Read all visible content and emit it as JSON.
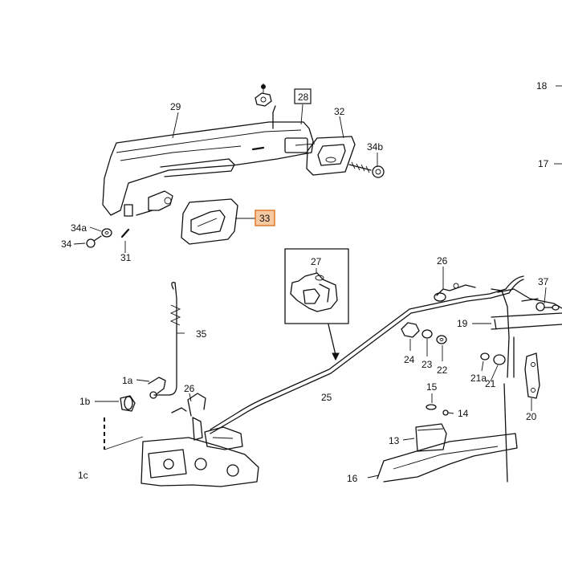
{
  "diagram": {
    "highlight_color": "#f7c9a0",
    "highlight_border": "#e07a2a",
    "labels": {
      "p29": "29",
      "p28": "28",
      "p32": "32",
      "p34b": "34b",
      "p18": "18",
      "p17": "17",
      "p33": "33",
      "p34a": "34a",
      "p34": "34",
      "p31": "31",
      "p27": "27",
      "p26top": "26",
      "p37": "37",
      "p35": "35",
      "p19": "19",
      "p24": "24",
      "p23": "23",
      "p22": "22",
      "p21a": "21a",
      "p21": "21",
      "p20": "20",
      "p1a": "1a",
      "p1b": "1b",
      "p26mid": "26",
      "p25": "25",
      "p15": "15",
      "p14": "14",
      "p13": "13",
      "p1c": "1c",
      "p16": "16"
    }
  }
}
